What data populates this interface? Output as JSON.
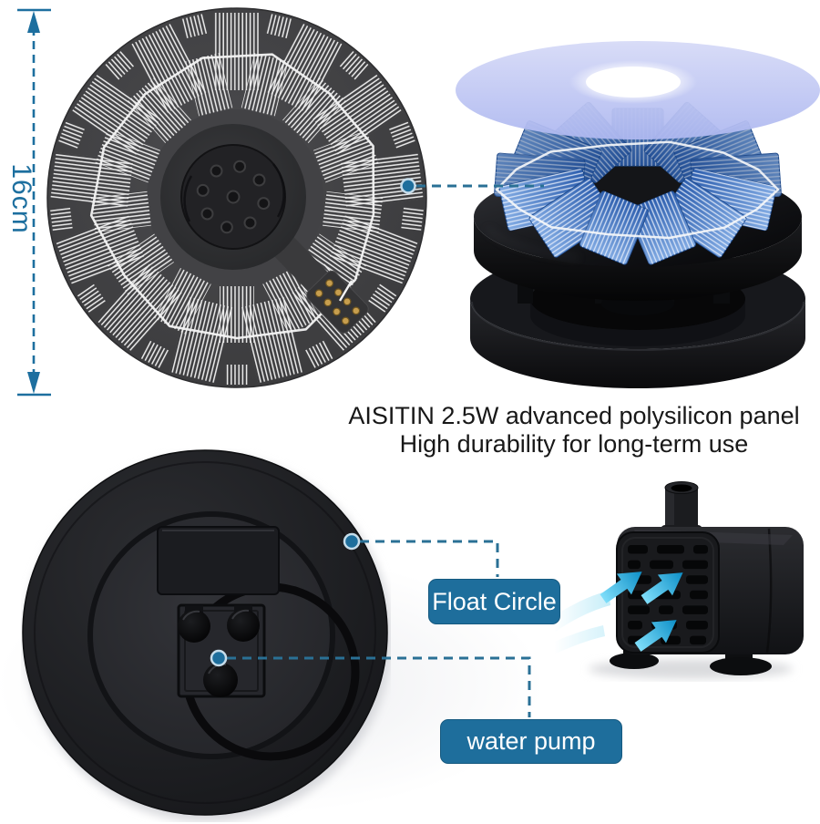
{
  "dimension": {
    "label": "16cm"
  },
  "caption": {
    "line1": "AISITIN 2.5W advanced polysilicon panel",
    "line2": "High durability for long-term use"
  },
  "callouts": {
    "float_circle": "Float Circle",
    "water_pump": "water pump"
  },
  "colors": {
    "accent_teal": "#1e6e9c",
    "leader_dash": "#2a7095",
    "dimension_arrow": "#1d6f9f",
    "solar_panel_blue": "#3f74c2",
    "cover_disc_lavender": "#c8cef4",
    "device_black": "#141518",
    "panel_disc_gray": "#434345",
    "flow_arrow_cyan": "#2fbfe8",
    "connector_pad_gold": "#c79e4e"
  },
  "icons": {
    "dimension_arrow": "vertical-dashed-double-arrow",
    "callout_marker": "teal-dot",
    "flow_arrows": "three-cyan-arrows"
  }
}
